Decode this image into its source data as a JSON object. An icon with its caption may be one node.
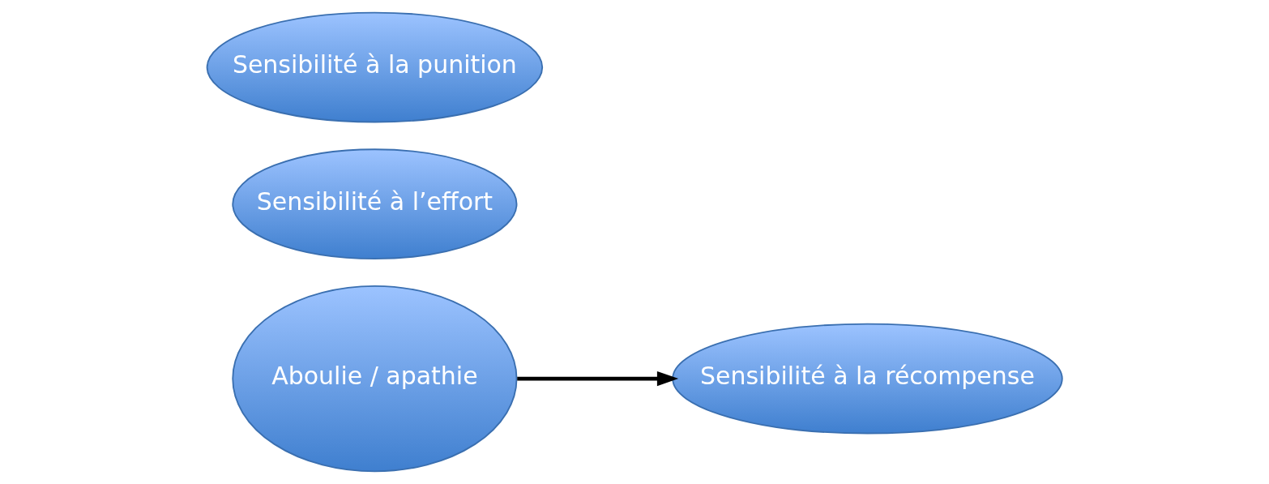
{
  "diagram": {
    "nodes": [
      {
        "text": [
          "Aboulie / apathie"
        ]
      },
      {
        "text": [
          "Sensibilité à la récompense"
        ]
      },
      {
        "text": [
          "Sensibilité à l’effort"
        ]
      },
      {
        "text": [
          "Sensibilité à la punition"
        ]
      }
    ],
    "edges": [
      {
        "from": 0,
        "to": 1,
        "arrow": "to"
      }
    ]
  }
}
